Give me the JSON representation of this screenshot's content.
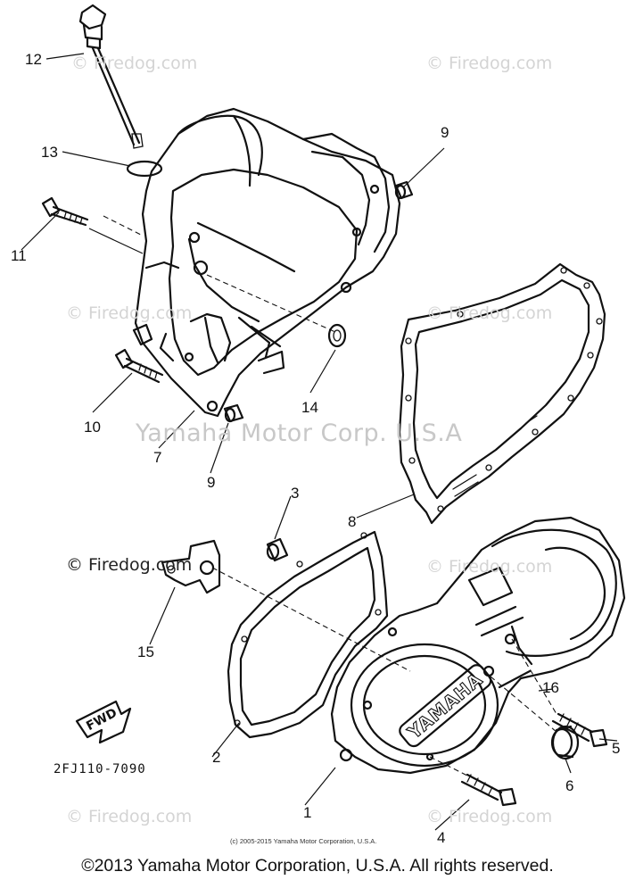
{
  "watermarks": {
    "firedog_top_left": "© Firedog.com",
    "firedog_top_right": "© Firedog.com",
    "firedog_mid_left": "© Firedog.com",
    "firedog_mid_right": "© Firedog.com",
    "firedog_lower_left": "© Firedog.com",
    "firedog_lower_right": "© Firedog.com",
    "firedog_bottom_left": "© Firedog.com",
    "firedog_bottom_right": "© Firedog.com",
    "firedog_dark": "© Firedog.com",
    "yamaha_corp": "Yamaha Motor Corp. U.S.A"
  },
  "callouts": {
    "c1": "1",
    "c2": "2",
    "c3": "3",
    "c4": "4",
    "c5": "5",
    "c6": "6",
    "c7": "7",
    "c8": "8",
    "c9a": "9",
    "c9b": "9",
    "c10": "10",
    "c11": "11",
    "c12": "12",
    "c13": "13",
    "c14": "14",
    "c15": "15",
    "c16": "16"
  },
  "fwd_label": "FWD",
  "cover_logo": "YAMAHA",
  "diagram_code": "2FJ110-7090",
  "small_copyright": "(c) 2005-2015 Yamaha Motor Corporation, U.S.A.",
  "copyright": "©2013 Yamaha Motor Corporation, U.S.A. All rights reserved."
}
